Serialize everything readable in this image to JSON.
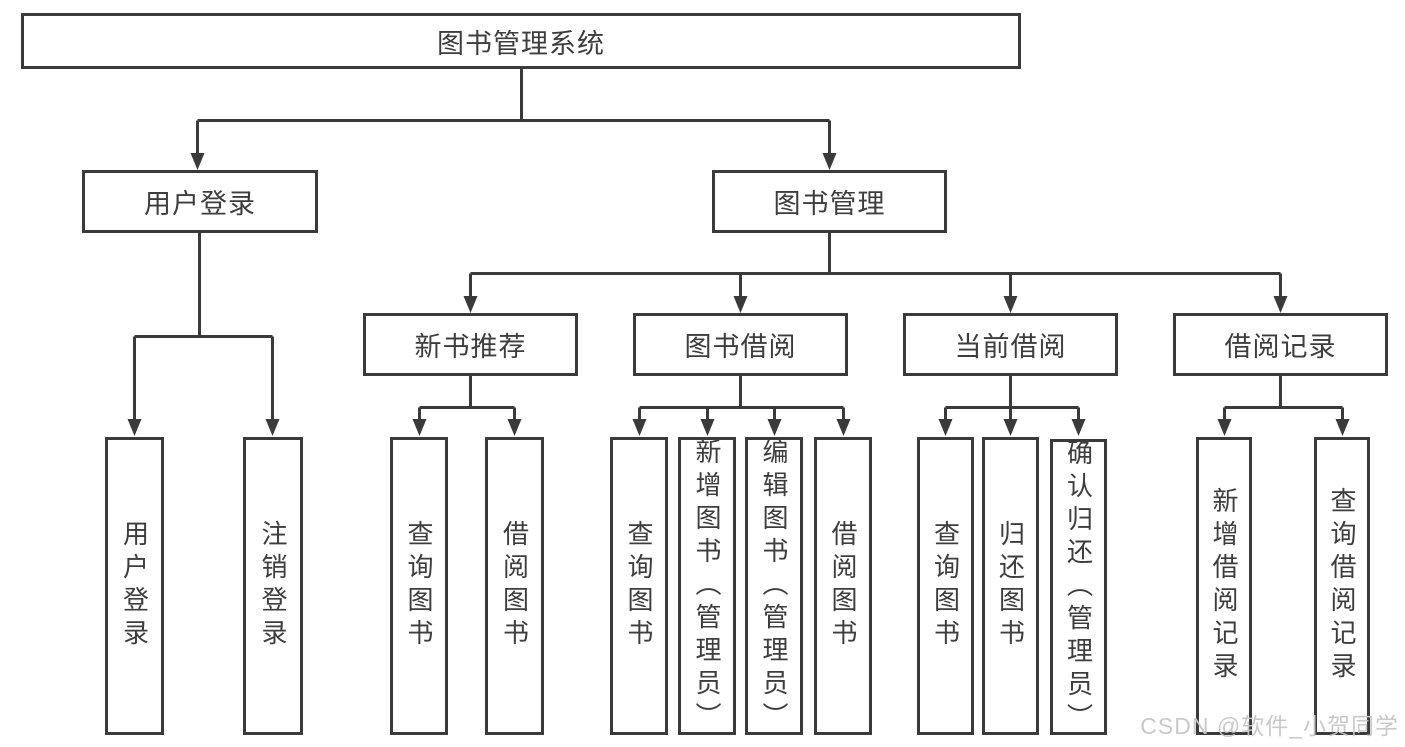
{
  "diagram": {
    "type": "hierarchy-tree",
    "orientation": "top-down",
    "colors": {
      "background": "#ffffff",
      "line": "#3a3a3a",
      "box_border": "#3a3a3a",
      "box_fill": "#ffffff",
      "text": "#3d3d3d",
      "watermark": "#c6c6c6"
    },
    "nodes": {
      "root": {
        "label": "图书管理系统"
      },
      "user_login": {
        "label": "用户登录"
      },
      "book_mgmt": {
        "label": "图书管理"
      },
      "new_book_rec": {
        "label": "新书推荐"
      },
      "book_borrow": {
        "label": "图书借阅"
      },
      "current_borrow": {
        "label": "当前借阅"
      },
      "borrow_records": {
        "label": "借阅记录"
      },
      "leaf_user_login": {
        "label": "用户登录"
      },
      "leaf_logout": {
        "label": "注销登录"
      },
      "leaf_query_book_1": {
        "label": "查询图书"
      },
      "leaf_borrow_book_1": {
        "label": "借阅图书"
      },
      "leaf_query_book_2": {
        "label": "查询图书"
      },
      "leaf_add_book": {
        "label": "新增图书（管理员）"
      },
      "leaf_edit_book": {
        "label": "编辑图书（管理员）"
      },
      "leaf_borrow_book_2": {
        "label": "借阅图书"
      },
      "leaf_query_book_3": {
        "label": "查询图书"
      },
      "leaf_return_book": {
        "label": "归还图书"
      },
      "leaf_confirm_return": {
        "label": "确认归还（管理员）"
      },
      "leaf_add_record": {
        "label": "新增借阅记录"
      },
      "leaf_query_record": {
        "label": "查询借阅记录"
      }
    },
    "hierarchy": {
      "root": [
        "user_login",
        "book_mgmt"
      ],
      "user_login": [
        "leaf_user_login",
        "leaf_logout"
      ],
      "book_mgmt": [
        "new_book_rec",
        "book_borrow",
        "current_borrow",
        "borrow_records"
      ],
      "new_book_rec": [
        "leaf_query_book_1",
        "leaf_borrow_book_1"
      ],
      "book_borrow": [
        "leaf_query_book_2",
        "leaf_add_book",
        "leaf_edit_book",
        "leaf_borrow_book_2"
      ],
      "current_borrow": [
        "leaf_query_book_3",
        "leaf_return_book",
        "leaf_confirm_return"
      ],
      "borrow_records": [
        "leaf_add_record",
        "leaf_query_record"
      ]
    }
  },
  "watermark": {
    "text": "CSDN @软件_小贺同学"
  }
}
